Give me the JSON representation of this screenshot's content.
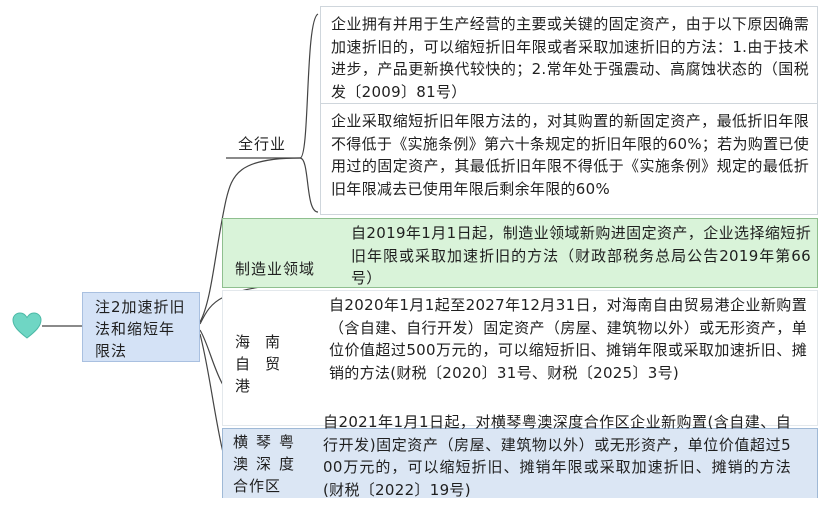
{
  "root": {
    "label": "注2加速折旧法和缩短年限法",
    "icon": "heart-icon",
    "color": "#6fd6c4"
  },
  "branches": [
    {
      "label": "全行业",
      "items": [
        "企业拥有并用于生产经营的主要或关键的固定资产，由于以下原因确需加速折旧的，可以缩短折旧年限或者采取加速折旧的方法：1.由于技术进步，产品更新换代较快的；2.常年处于强震动、高腐蚀状态的（国税发〔2009〕81号）",
        "企业采取缩短折旧年限方法的，对其购置的新固定资产，最低折旧年限不得低于《实施条例》第六十条规定的折旧年限的60%；若为购置已使用过的固定资产，其最低折旧年限不得低于《实施条例》规定的最低折旧年限减去已使用年限后剩余年限的60%"
      ]
    },
    {
      "label": "制造业领域",
      "items": [
        "自2019年1月1日起，制造业领域新购进固定资产，企业选择缩短折旧年限或采取加速折旧的方法（财政部税务总局公告2019年第66号）"
      ]
    },
    {
      "label": "海南自贸港",
      "items": [
        "自2020年1月1起至2027年12月31日，对海南自由贸易港企业新购置（含自建、自行开发）固定资产（房屋、建筑物以外）或无形资产，单位价值超过500万元的，可以缩短折旧、摊销年限或采取加速折旧、摊销的方法(财税〔2020〕31号、财税〔2025〕3号)"
      ]
    },
    {
      "label": "横琴粤澳深度合作区",
      "items": [
        "自2021年1月1日起，对横琴粤澳深度合作区企业新购置(含自建、自行开发)固定资产（房屋、建筑物以外）或无形资产，单位价值超过500万元的，可以缩短折旧、摊销年限或采取加速折旧、摊销的方法(财税〔2022〕19号)"
      ]
    }
  ]
}
